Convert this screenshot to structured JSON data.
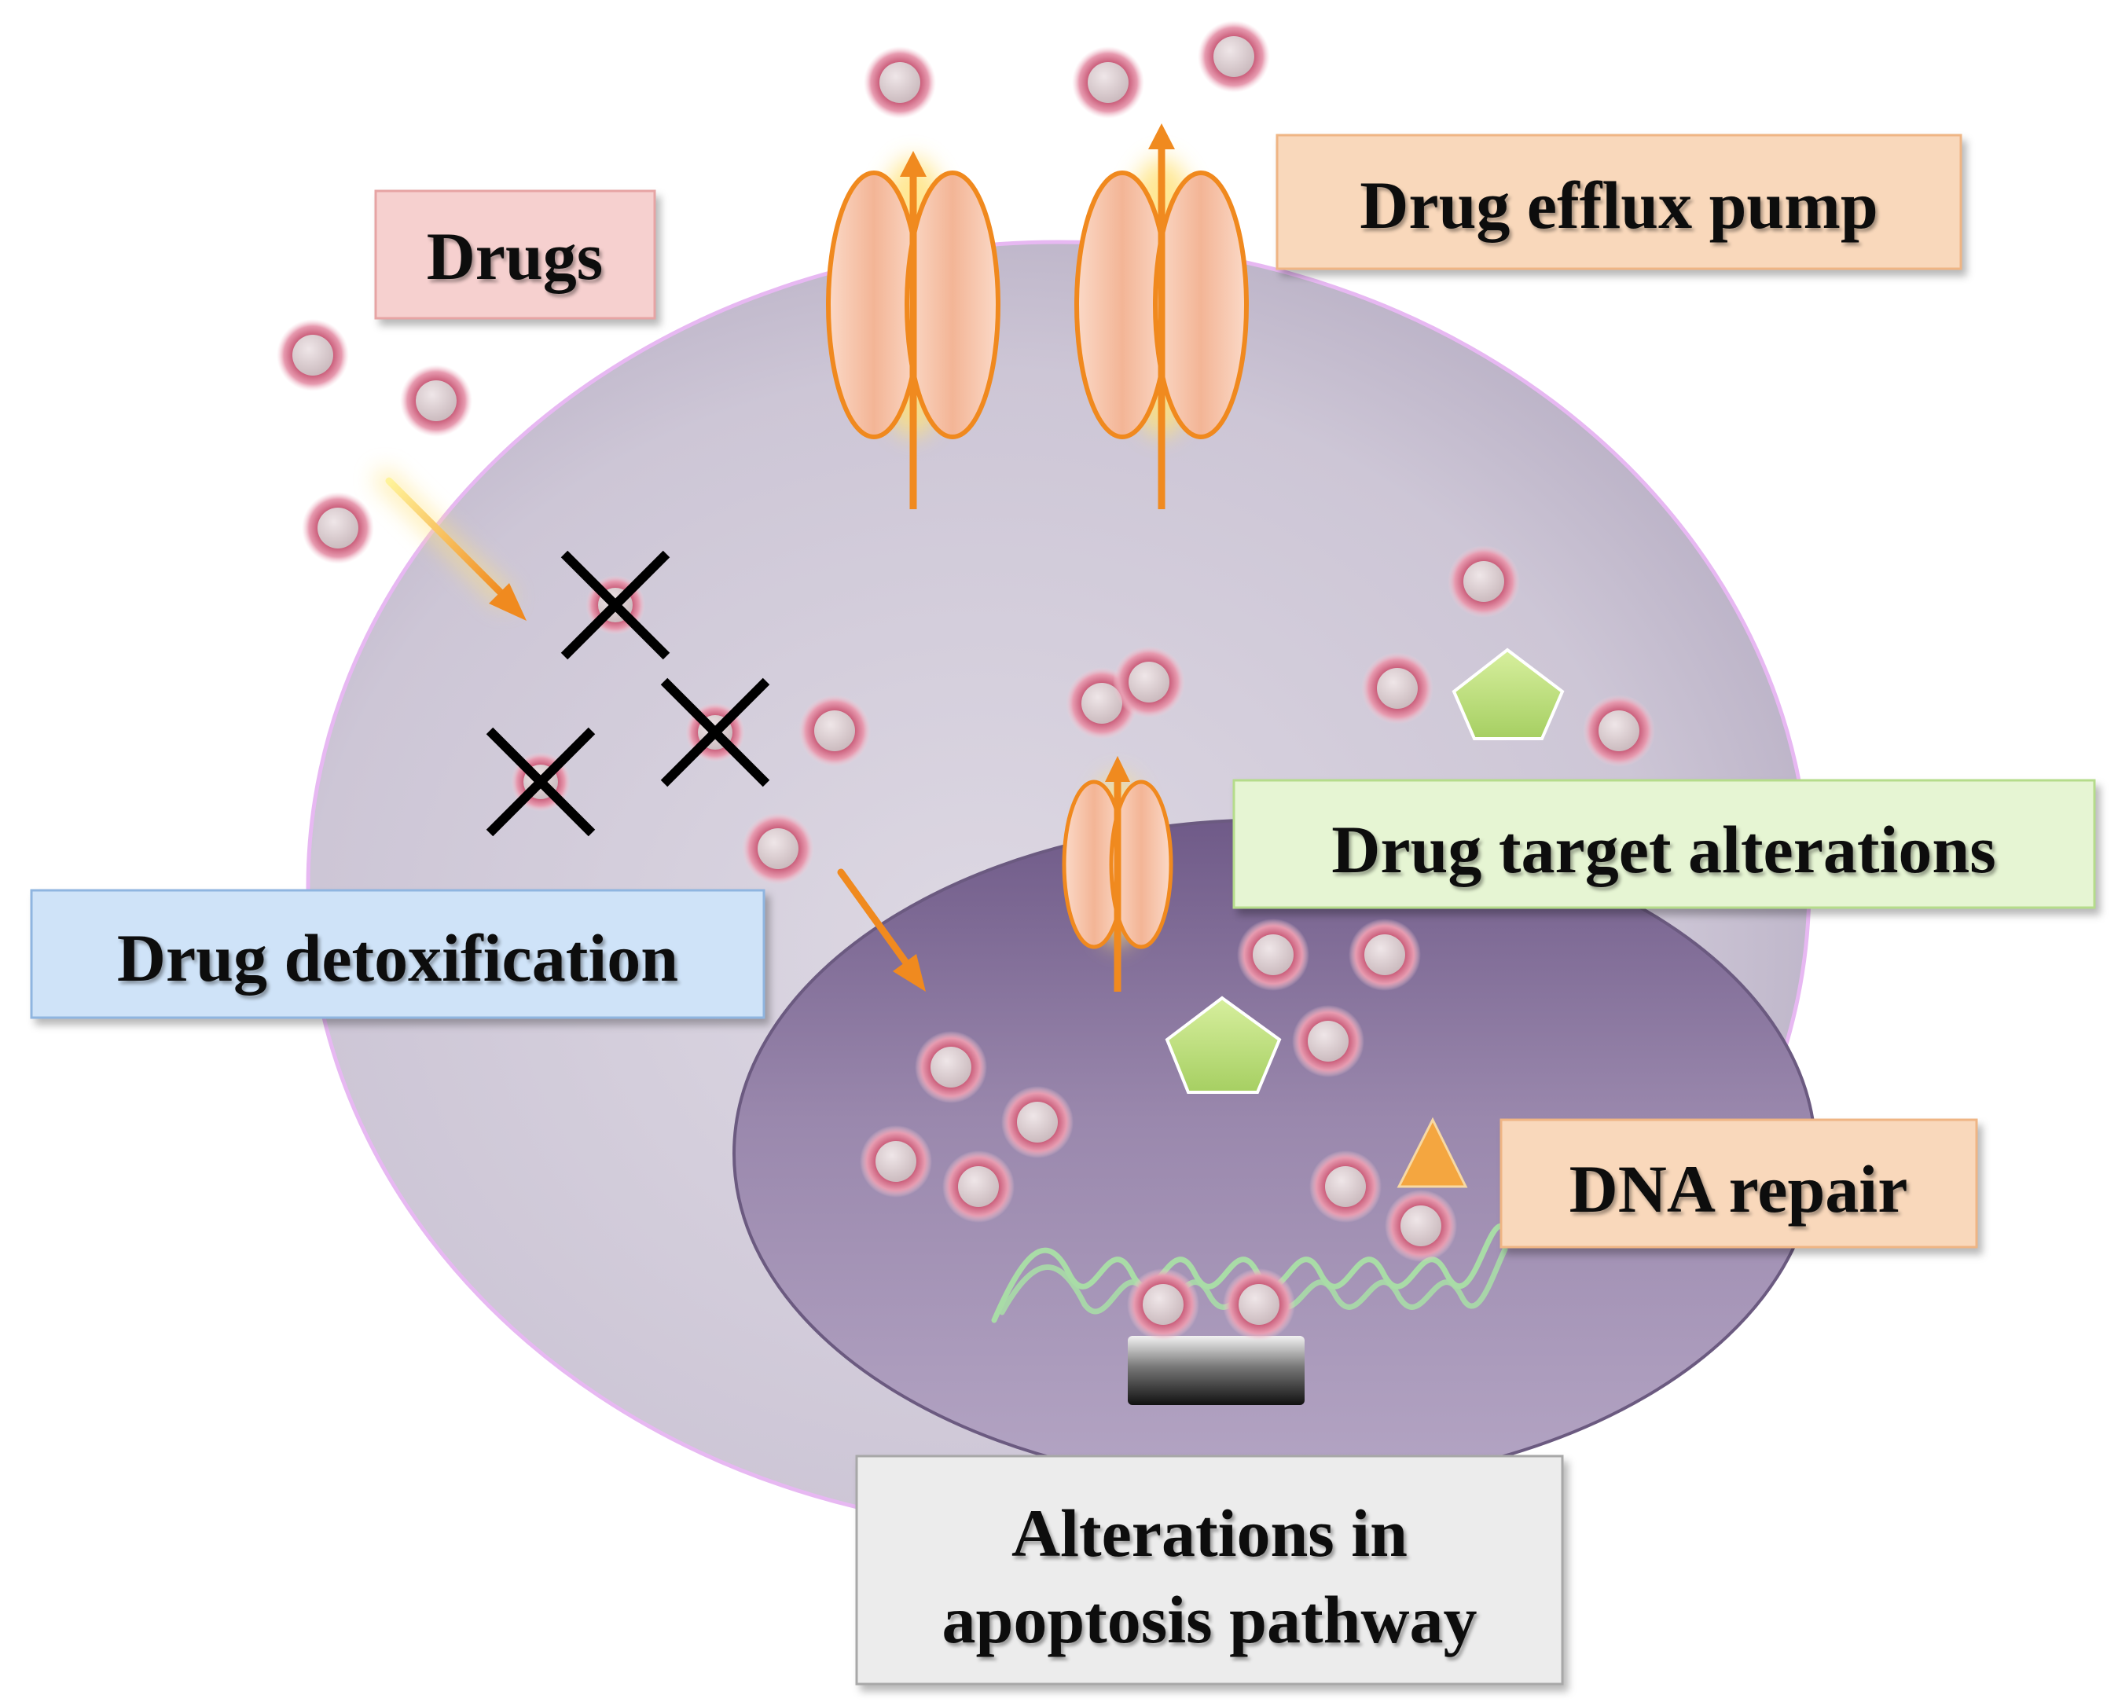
{
  "labels": {
    "drugs": "Drugs",
    "efflux": "Drug efflux pump",
    "detox": "Drug detoxification",
    "target": "Drug target alterations",
    "dna": "DNA repair",
    "apoptosis_line1": "Alterations in",
    "apoptosis_line2": "apoptosis pathway"
  },
  "colors": {
    "cell_fill": "#cbc4d4",
    "cell_border": "#e6bdf0",
    "nucleus_fill": "#8f7aa3",
    "nucleus_border": "#6a5580",
    "drug_ring": "#b8506c",
    "drug_core": "#d9cdd0",
    "pump": "#f6c3a6",
    "pump_stroke": "#f0891e",
    "target": "#b8db7a",
    "dna_strand": "#a8d8a8",
    "box_drugs": "#f4cfcf",
    "box_efflux": "#f9d7b8",
    "box_detox": "#cfe4f8",
    "box_target": "#e4f4d2",
    "box_dna": "#f9d7b8",
    "box_apoptosis": "#ececec"
  }
}
